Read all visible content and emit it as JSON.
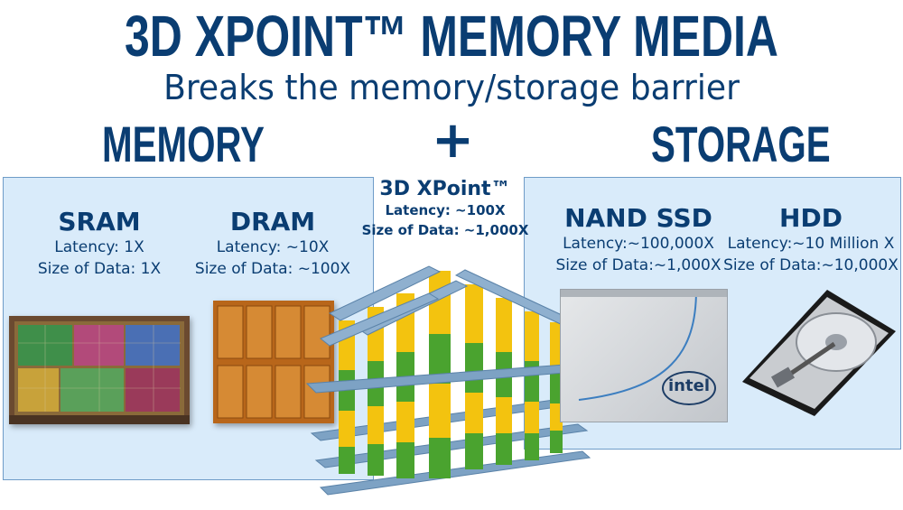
{
  "header": {
    "title": "3D XPOINT™ MEMORY MEDIA",
    "subtitle": "Breaks the memory/storage barrier"
  },
  "sections": {
    "memory_label": "MEMORY",
    "plus": "+",
    "storage_label": "STORAGE"
  },
  "technologies": {
    "sram": {
      "name": "SRAM",
      "latency": "Latency: 1X",
      "size": "Size of Data: 1X"
    },
    "dram": {
      "name": "DRAM",
      "latency": "Latency: ~10X",
      "size": "Size of Data: ~100X"
    },
    "xpoint": {
      "name": "3D XPoint™",
      "latency": "Latency: ~100X",
      "size": "Size of Data: ~1,000X"
    },
    "nand": {
      "name": "NAND SSD",
      "latency": "Latency:~100,000X",
      "size": "Size of Data:~1,000X"
    },
    "hdd": {
      "name": "HDD",
      "latency": "Latency:~10 Million X",
      "size": "Size of Data:~10,000X"
    }
  },
  "ssd_label": "intel",
  "colors": {
    "title_blue": "#0a3d72",
    "panel_fill": "#d9ebfa",
    "pillar_yellow": "#f3c30f",
    "pillar_green": "#4aa32f",
    "rail_blue": "#6f99bf"
  }
}
